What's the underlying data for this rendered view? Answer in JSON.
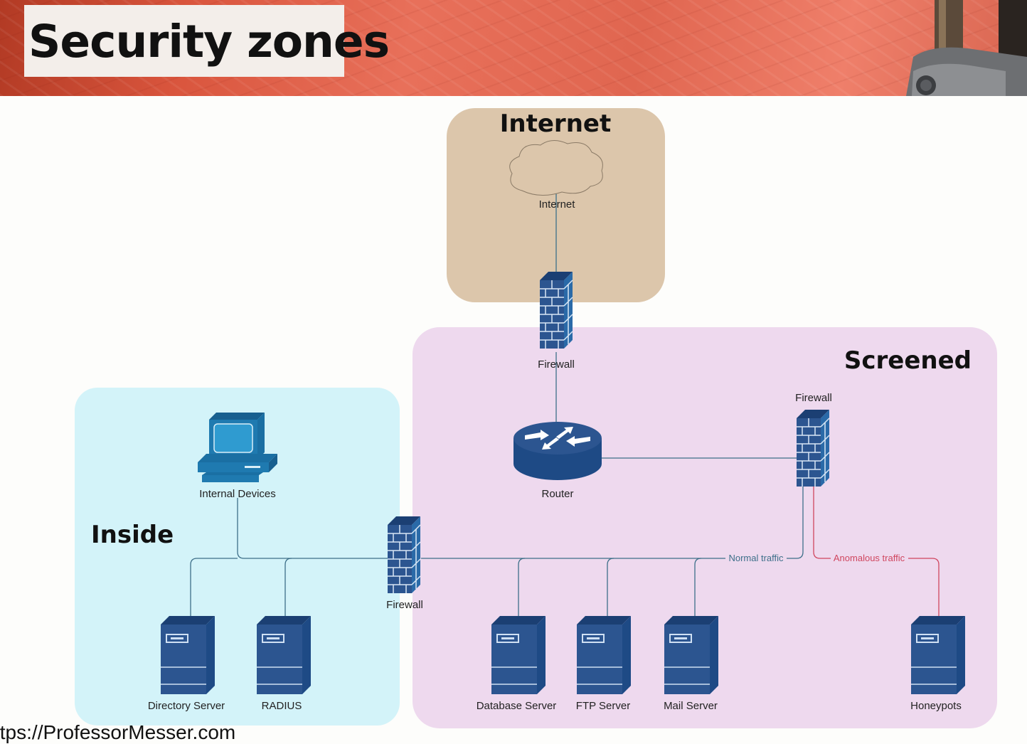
{
  "slide": {
    "title": "Security zones",
    "footer": "ttps://ProfessorMesser.com"
  },
  "zones": {
    "internet": "Internet",
    "screened": "Screened",
    "inside": "Inside"
  },
  "nodes": {
    "internet_cloud": "Internet",
    "firewall_top": "Firewall",
    "router": "Router",
    "firewall_right": "Firewall",
    "internal_devices": "Internal Devices",
    "firewall_inside": "Firewall",
    "directory_server": "Directory Server",
    "radius": "RADIUS",
    "database_server": "Database Server",
    "ftp_server": "FTP Server",
    "mail_server": "Mail Server",
    "honeypots": "Honeypots"
  },
  "links": {
    "normal_traffic": "Normal traffic",
    "anomalous_traffic": "Anomalous traffic"
  },
  "colors": {
    "internet_zone": "#dcc6ab",
    "screened_zone": "#eed9ee",
    "inside_zone": "#d3f3f9",
    "normal_line": "#3d6f89",
    "anomalous_line": "#d0465f",
    "device_blue": "#2c5590",
    "device_teal": "#1f7ab0"
  }
}
